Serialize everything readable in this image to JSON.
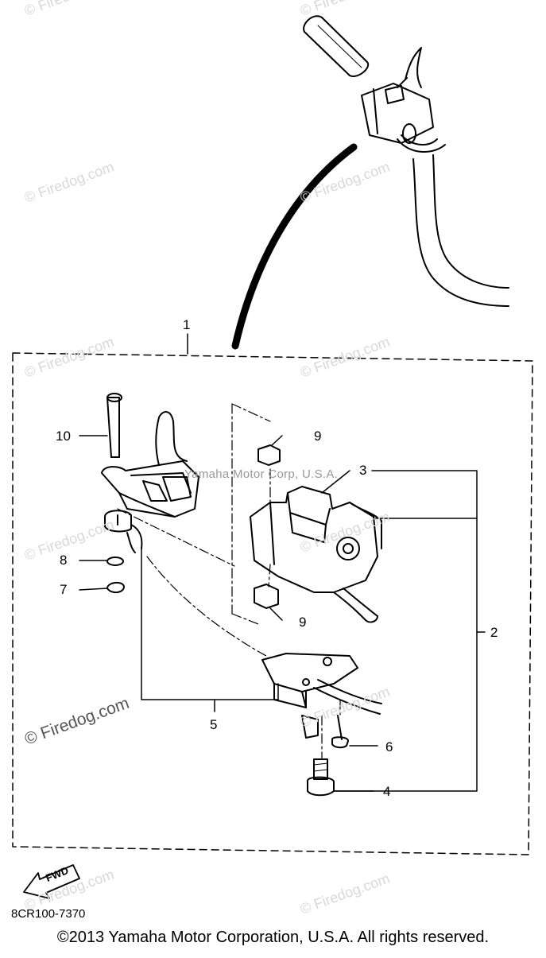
{
  "watermark_text": "© Firedog.com",
  "inline_brand": "Yamaha Motor Corp, U.S.A.",
  "diagram_code": "8CR100-7370",
  "copyright": "©2013 Yamaha Motor Corporation, U.S.A. All rights reserved.",
  "fwd_label": "FWD",
  "callouts": {
    "c1": "1",
    "c2": "2",
    "c3": "3",
    "c4": "4",
    "c5": "5",
    "c6": "6",
    "c7": "7",
    "c8": "8",
    "c9a": "9",
    "c9b": "9",
    "c10": "10"
  },
  "colors": {
    "line": "#000000",
    "watermark": "#d8d8d8"
  }
}
